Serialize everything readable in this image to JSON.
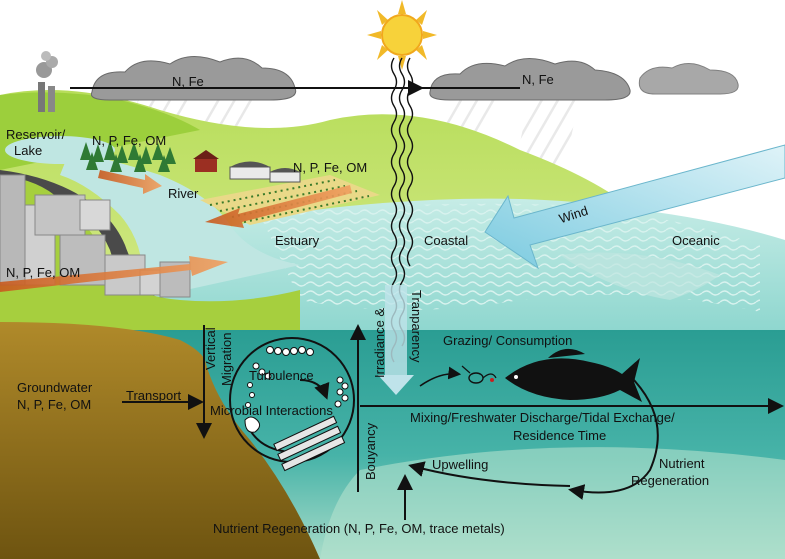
{
  "labels": {
    "cloud_left": "N, Fe",
    "cloud_right": "N, Fe",
    "reservoir_line1": "Reservoir/",
    "reservoir_line2": "Lake",
    "forest_nutrients": "N, P, Fe, OM",
    "farm_nutrients": "N, P, Fe, OM",
    "river": "River",
    "city_nutrients": "N, P, Fe, OM",
    "estuary": "Estuary",
    "coastal": "Coastal",
    "oceanic": "Oceanic",
    "wind": "Wind",
    "irradiance": "Irradiance &",
    "transparency": "Tranparency",
    "grazing": "Grazing/ Consumption",
    "vertical_line1": "Vertical",
    "vertical_line2": "Migration",
    "turbulence": "Turbulence",
    "microbial": "Microbial Interactions",
    "groundwater_line1": "Groundwater",
    "groundwater_line2": "N, P, Fe, OM",
    "transport": "Transport",
    "mixing_line1": "Mixing/Freshwater Discharge/Tidal Exchange/",
    "mixing_line2": "Residence Time",
    "bouyancy": "Bouyancy",
    "upwelling": "Upwelling",
    "nutrient_regen_line1": "Nutrient",
    "nutrient_regen_line2": "Regeneration",
    "bottom_regen": "Nutrient Regeneration (N, P, Fe, OM, trace metals)"
  },
  "icons": [
    "sun-icon",
    "cloud-icon",
    "smokestack-icon",
    "tree-icon",
    "barn-icon",
    "building-icon",
    "fish-icon",
    "zooplankton-icon",
    "diatom-chain-icon"
  ],
  "colors": {
    "sky": "#ffffff",
    "hills": "#a8cf4a",
    "river": "#bfe6e2",
    "sea_surface": "#8fd7cf",
    "deep_water": "#1f8f86",
    "sediment": "#9a7a1e",
    "arrow_orange": "#e07a30",
    "wind_arrow": "#8fd3e6",
    "sun": "#f7d23a"
  }
}
